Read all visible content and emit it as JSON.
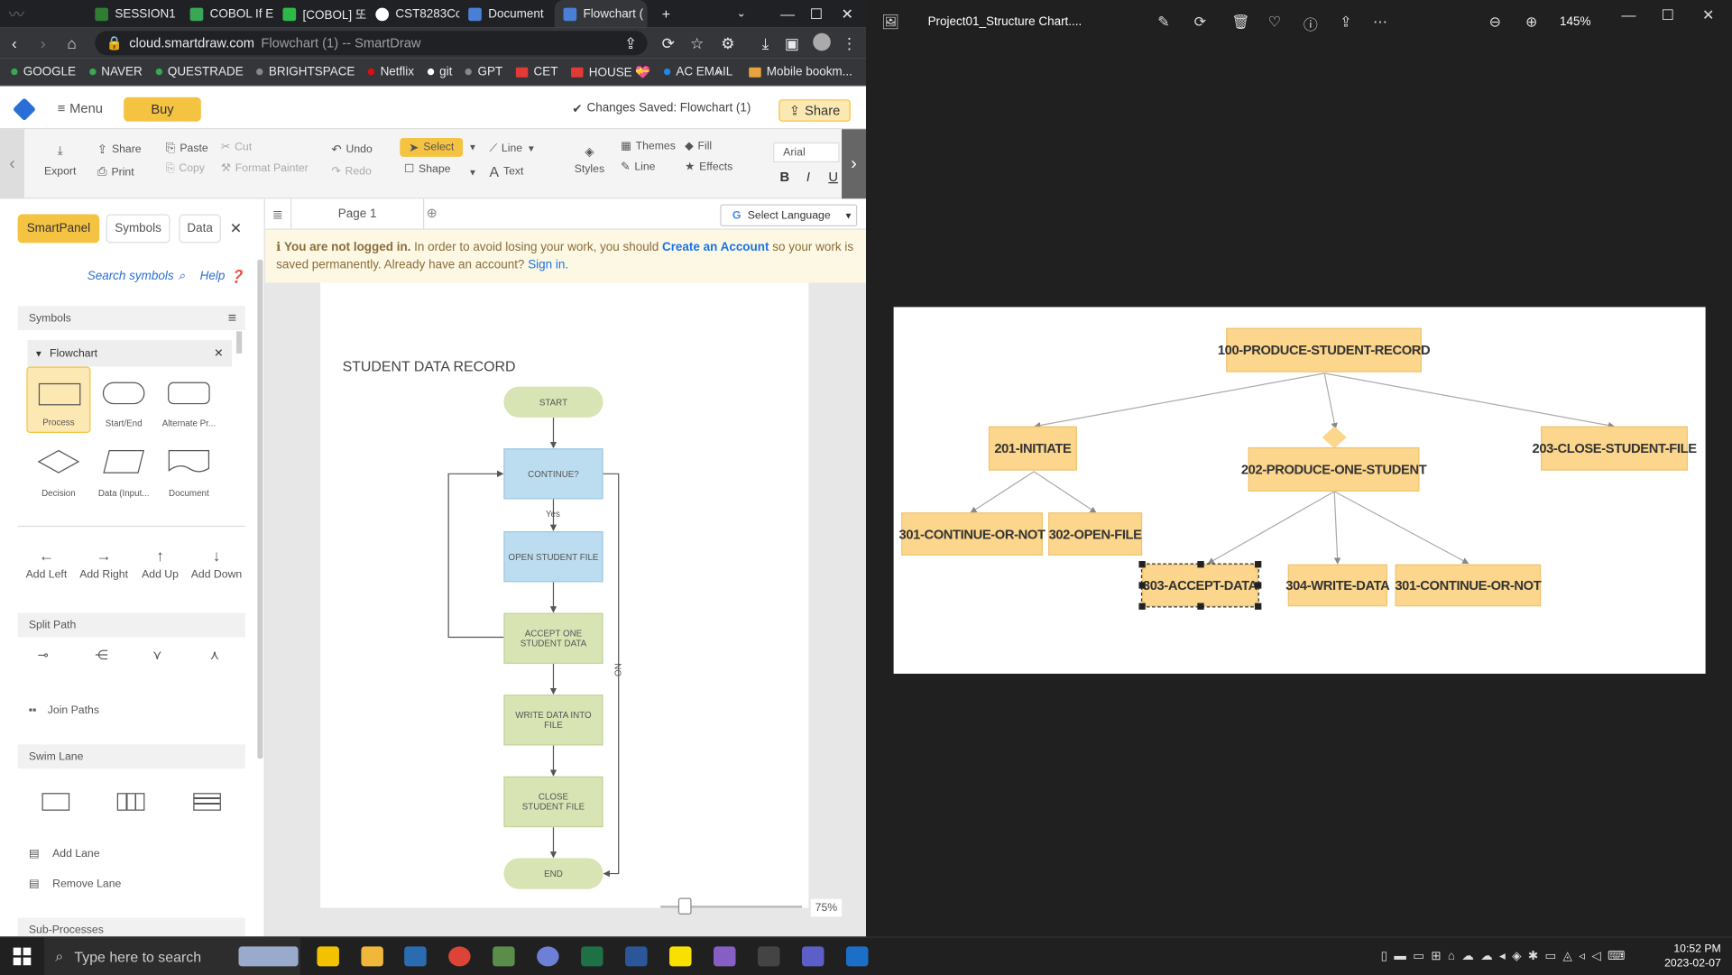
{
  "browser": {
    "tabs": [
      {
        "label": "SESSION1",
        "color": "#2e7d32"
      },
      {
        "label": "COBOL If E",
        "color": "#3aa757"
      },
      {
        "label": "[COBOL] 또",
        "color": "#2fb84a"
      },
      {
        "label": "CST8283Co",
        "color": "#ffffff"
      },
      {
        "label": "Document",
        "color": "#4a7fd6"
      },
      {
        "label": "Flowchart (",
        "color": "#4a7fd6"
      }
    ],
    "new_tab": "+",
    "url_host": "cloud.smartdraw.com",
    "url_title": "Flowchart (1) -- SmartDraw",
    "bookmarks": [
      {
        "label": "GOOGLE",
        "color": "#3aa757"
      },
      {
        "label": "NAVER",
        "color": "#3aa757"
      },
      {
        "label": "QUESTRADE",
        "color": "#3aa757"
      },
      {
        "label": "BRIGHTSPACE",
        "color": "#888888"
      },
      {
        "label": "Netflix",
        "color": "#e50914"
      },
      {
        "label": "git",
        "color": "#ffffff"
      },
      {
        "label": "GPT",
        "color": "#888888"
      },
      {
        "label": "CET",
        "color": "#e53935"
      },
      {
        "label": "HOUSE 💝",
        "color": "#e53935"
      },
      {
        "label": "AC EMAIL",
        "color": "#1e88e5"
      }
    ],
    "more_bookmarks": "»",
    "mobile_bookmarks": "Mobile bookm..."
  },
  "smartdraw": {
    "menu_label": "Menu",
    "buy_label": "Buy",
    "status": "Changes Saved: Flowchart (1)",
    "share_label": "Share",
    "toolbar": {
      "export": "Export",
      "share": "Share",
      "print": "Print",
      "paste": "Paste",
      "cut": "Cut",
      "copy": "Copy",
      "format_painter": "Format Painter",
      "undo": "Undo",
      "redo": "Redo",
      "select": "Select",
      "shape": "Shape",
      "line": "Line",
      "text": "Text",
      "styles": "Styles",
      "themes": "Themes",
      "fill": "Fill",
      "line2": "Line",
      "effects": "Effects",
      "font": "Arial",
      "bold": "B",
      "italic": "I",
      "underline": "U"
    },
    "panel": {
      "tabs": [
        "SmartPanel",
        "Symbols",
        "Data"
      ],
      "close": "✕",
      "search": "Search symbols",
      "help": "Help",
      "symbols_header": "Symbols",
      "flowchart_header": "Flowchart",
      "symbols": [
        "Process",
        "Start/End",
        "Alternate Pr...",
        "Decision",
        "Data (Input...",
        "Document"
      ],
      "add_buttons": [
        "Add Left",
        "Add Right",
        "Add Up",
        "Add Down"
      ],
      "split_path": "Split Path",
      "join_paths": "Join Paths",
      "swim_lane": "Swim Lane",
      "add_lane": "Add Lane",
      "remove_lane": "Remove Lane",
      "sub_processes": "Sub-Processes"
    },
    "page_tab": "Page 1",
    "select_language": "Select Language",
    "banner": {
      "bold": "You are not logged in.",
      "text1": "In order to avoid losing your work, you should",
      "create": "Create an Account",
      "text2": "so your work is saved permanently. Already have an account?",
      "signin": "Sign in."
    },
    "diagram": {
      "title": "STUDENT DATA RECORD",
      "nodes": [
        "START",
        "CONTINUE?",
        "OPEN STUDENT FILE",
        "ACCEPT ONE STUDENT DATA",
        "WRITE DATA INTO FILE",
        "CLOSE STUDENT FILE",
        "END"
      ],
      "yes_label": "Yes",
      "no_label": "NO"
    },
    "zoom": "75%"
  },
  "viewer": {
    "title": "Project01_Structure Chart....",
    "zoom": "145%",
    "chart_nodes": {
      "root": "100-PRODUCE-STUDENT-RECORD",
      "n201": "201-INITIATE",
      "n202": "202-PRODUCE-ONE-STUDENT",
      "n203": "203-CLOSE-STUDENT-FILE",
      "n301a": "301-CONTINUE-OR-NOT",
      "n302": "302-OPEN-FILE",
      "n303": "303-ACCEPT-DATA",
      "n304": "304-WRITE-DATA",
      "n301b": "301-CONTINUE-OR-NOT"
    }
  },
  "taskbar": {
    "search_placeholder": "Type here to search",
    "time": "10:52 PM",
    "date": "2023-02-07"
  }
}
